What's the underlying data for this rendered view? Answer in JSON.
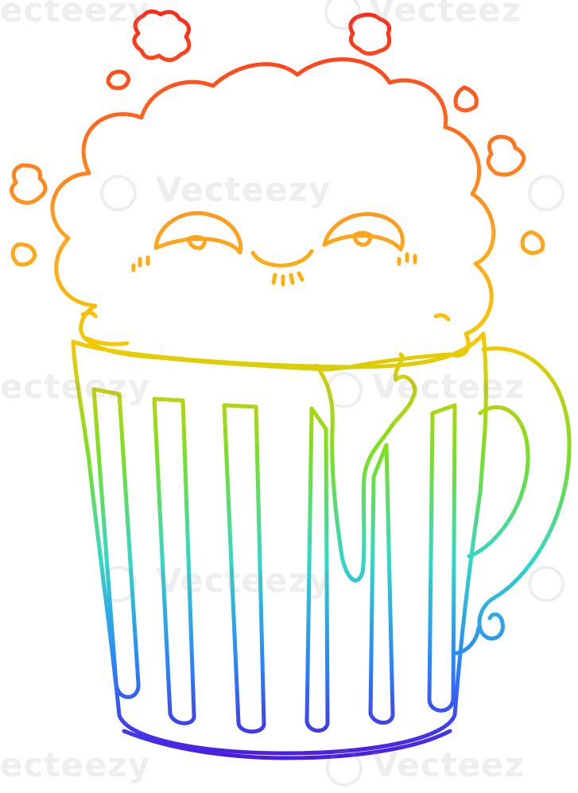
{
  "image": {
    "subject": "cartoon mug of frothy beer with a happy face",
    "line_style": "rainbow gradient line art",
    "background": "#ffffff",
    "gradient_colors": [
      "#ff2a1a",
      "#ff8a1e",
      "#f5c800",
      "#7be01e",
      "#2fd8c8",
      "#2a7fff",
      "#4a1ee0"
    ]
  },
  "watermark": {
    "text": "Vecteezy",
    "text_fragment_left": "ecteezy",
    "text_fragment_right": "Vecteez"
  }
}
